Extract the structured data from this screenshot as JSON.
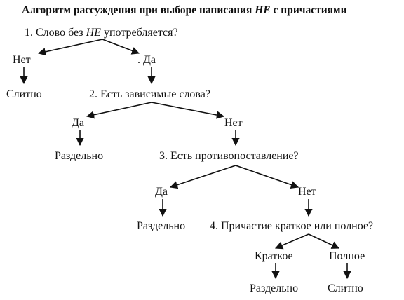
{
  "title": {
    "prefix": "Алгоритм рассуждения при выборе написания ",
    "emph": "НЕ",
    "suffix": " с причастиями"
  },
  "q1": {
    "prefix": "1. Слово без ",
    "emph": "НЕ",
    "suffix": " употребляется?"
  },
  "q1_no": "Нет",
  "q1_yes": ". Да",
  "q1_no_result": "Слитно",
  "q2": "2. Есть зависимые слова?",
  "q2_yes": "Да",
  "q2_no": "Нет",
  "q2_yes_result": "Раздельно",
  "q3": "3. Есть противопоставление?",
  "q3_yes": "Да",
  "q3_no": "Нет",
  "q3_yes_result": "Раздельно",
  "q4": "4. Причастие краткое или полное?",
  "q4_short": "Краткое",
  "q4_full": "Полное",
  "q4_short_result": "Раздельно",
  "q4_full_result": "Слитно",
  "colors": {
    "ink": "#111111",
    "background": "#ffffff"
  }
}
